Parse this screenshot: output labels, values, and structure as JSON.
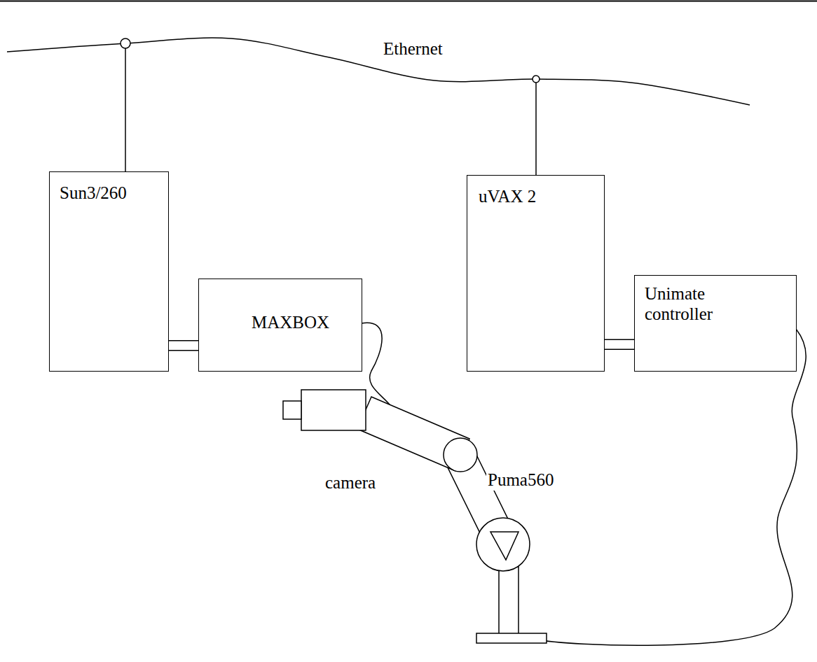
{
  "diagram": {
    "nodes": [
      {
        "text": [
          "Sun3/260"
        ]
      },
      {
        "text": [
          "MAXBOX"
        ]
      },
      {
        "text": [
          "uVAX 2"
        ]
      },
      {
        "text": [
          "Unimate controller"
        ]
      }
    ],
    "edges": [
      {
        "from": 0,
        "to": 1,
        "arrow": "none"
      },
      {
        "from": 2,
        "to": 3,
        "arrow": "none"
      }
    ],
    "labels": [
      "Ethernet",
      "Puma560",
      "camera"
    ]
  }
}
